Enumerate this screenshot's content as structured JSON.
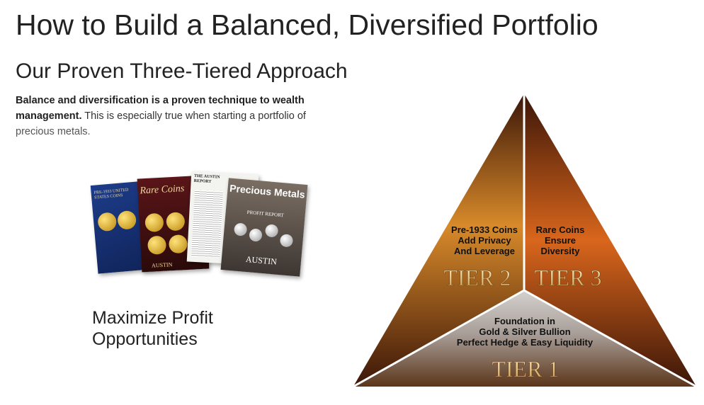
{
  "page": {
    "title": "How to Build a Balanced, Diversified Portfolio",
    "subtitle": "Our Proven Three-Tiered Approach",
    "intro_bold": "Balance and diversification is a proven technique to wealth management.",
    "intro_rest": " This is especially true when starting a portfolio of ",
    "intro_end": "precious metals.",
    "promo": "Maximize Profit Opportunities"
  },
  "brochures": {
    "b1_title": "PRE-1933 UNITED STATES COINS",
    "b2_title": "Rare Coins",
    "b3_title": "THE AUSTIN REPORT",
    "b4_title": "Precious Metals",
    "b4_sub": "PROFIT REPORT",
    "brand": "AUSTIN"
  },
  "pyramid": {
    "colors": {
      "tier2": "#d88a2a",
      "tier3": "#d9661c",
      "tier1": "#c8c4c0",
      "dark": "#3a1508"
    },
    "tiers": [
      {
        "name": "TIER 1",
        "lines": [
          "Foundation in",
          "Gold & Silver Bullion",
          "Perfect Hedge & Easy Liquidity"
        ]
      },
      {
        "name": "TIER 2",
        "lines": [
          "Pre-1933 Coins",
          "Add Privacy",
          "And Leverage"
        ]
      },
      {
        "name": "TIER 3",
        "lines": [
          "Rare Coins",
          "Ensure",
          "Diversity"
        ]
      }
    ]
  }
}
